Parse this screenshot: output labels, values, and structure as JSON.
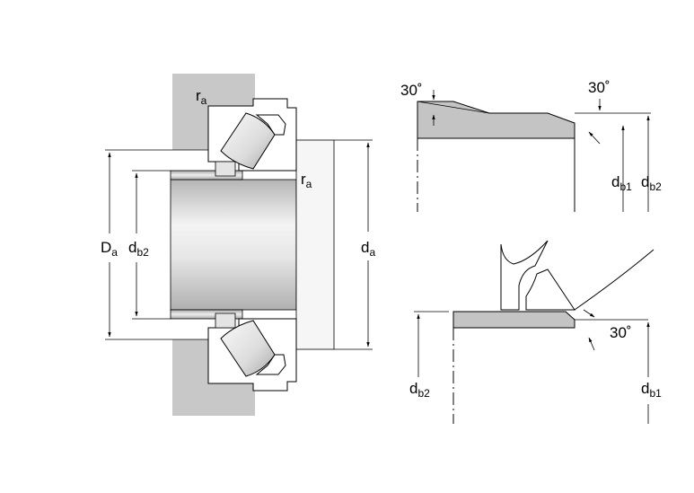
{
  "labels": {
    "ra_top": {
      "main": "r",
      "sub": "a"
    },
    "ra_mid": {
      "main": "r",
      "sub": "a"
    },
    "Da": {
      "main": "D",
      "sub": "a"
    },
    "db2_left": {
      "main": "d",
      "sub": "b2"
    },
    "da": {
      "main": "d",
      "sub": "a"
    },
    "db1_tr": {
      "main": "d",
      "sub": "b1"
    },
    "db2_tr": {
      "main": "d",
      "sub": "b2"
    },
    "db2_br": {
      "main": "d",
      "sub": "b2"
    },
    "db1_br": {
      "main": "d",
      "sub": "b1"
    },
    "angle_tr_left": "30˚",
    "angle_tr_right": "30˚",
    "angle_br": "30˚"
  },
  "colors": {
    "housing": "#c8c8c8",
    "shaft_light": "#f2f2f2",
    "shaft_mid": "#d6d6d6",
    "shaft_dark": "#b9b9b9",
    "line": "#000000",
    "roller_light": "#f7f7f7",
    "roller_dark": "#bdbdbd"
  }
}
